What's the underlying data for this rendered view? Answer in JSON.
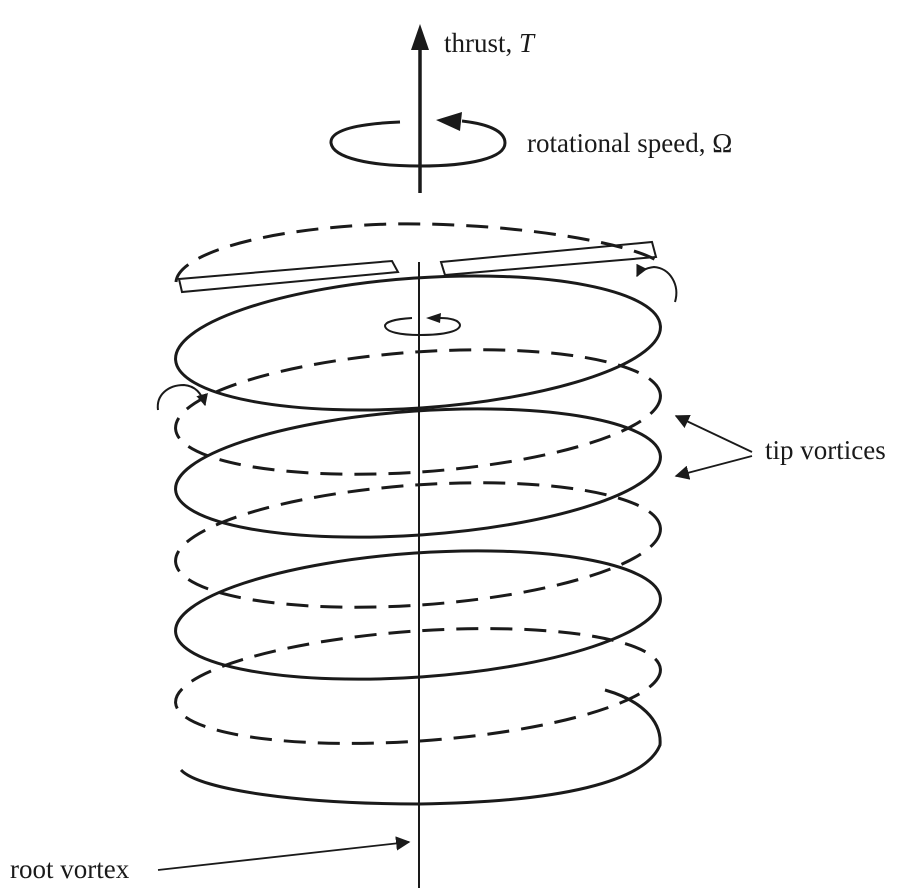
{
  "labels": {
    "thrust": "thrust, ",
    "thrust_symbol": "T",
    "rotation": "rotational speed, Ω",
    "tip_vortices": "tip vortices",
    "root_vortex": "root vortex"
  },
  "colors": {
    "ink": "#1a1a1a",
    "background": "#ffffff"
  }
}
